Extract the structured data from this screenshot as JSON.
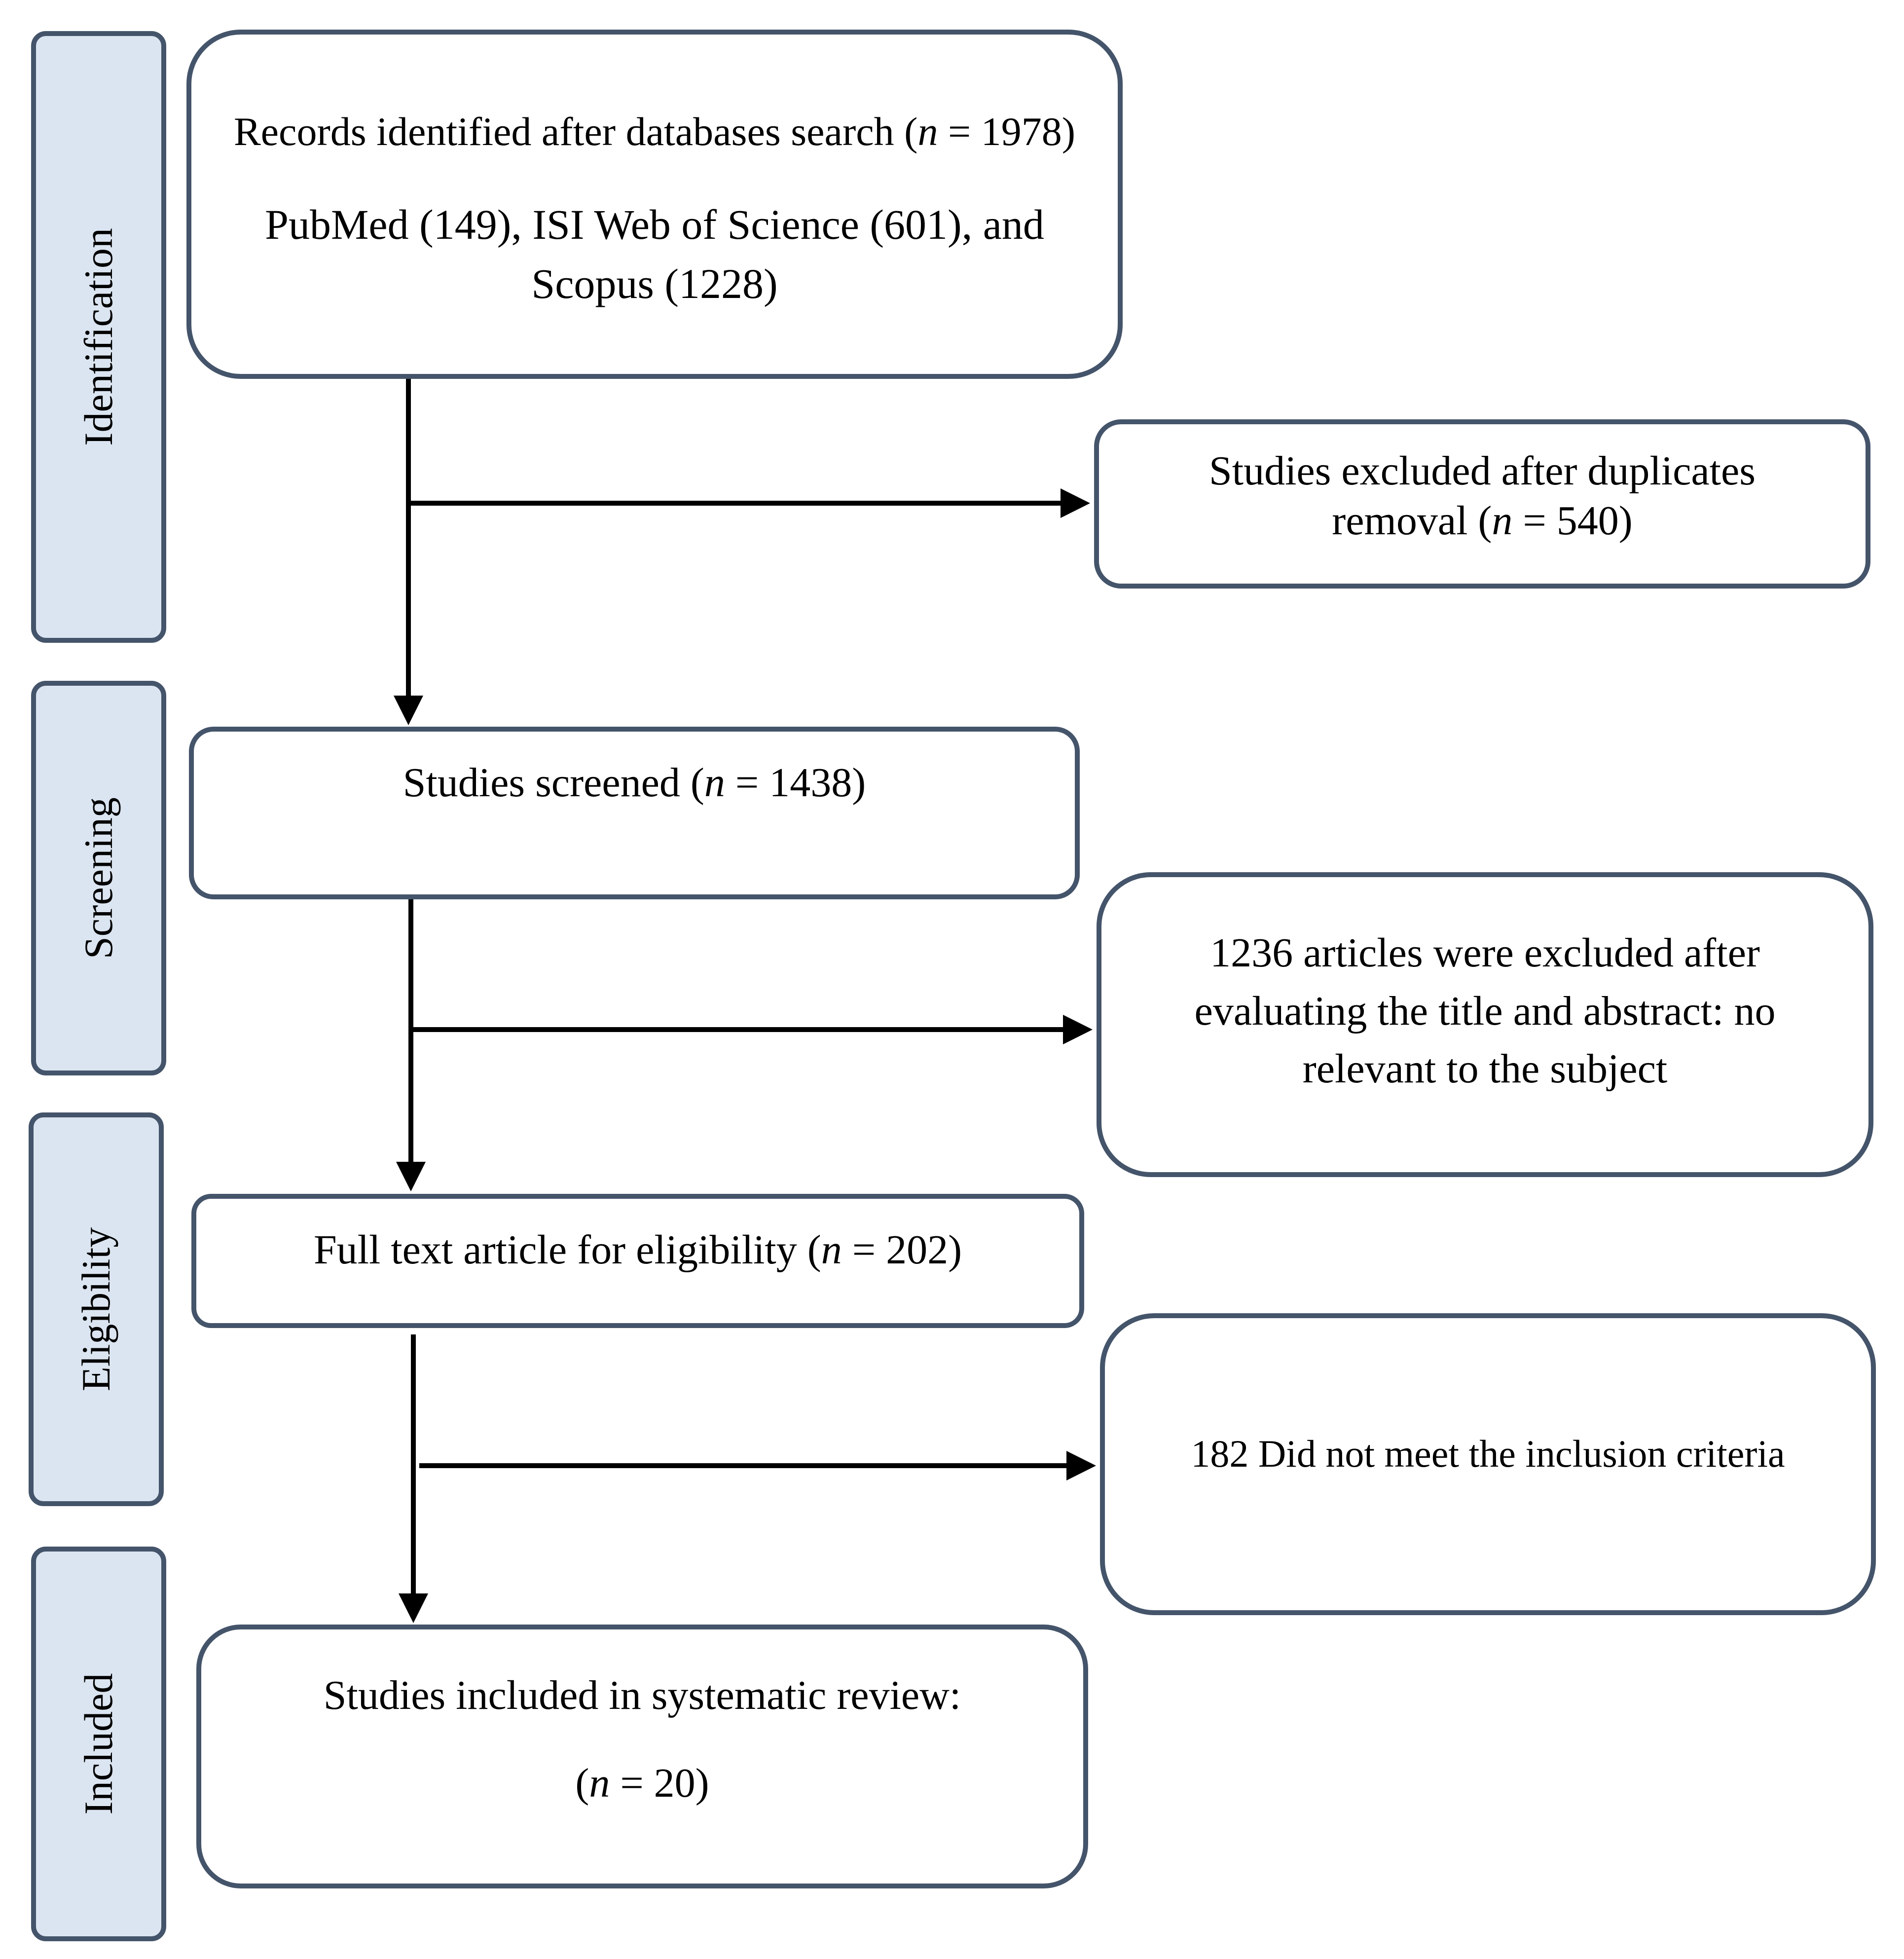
{
  "phases": [
    {
      "label": "Identification"
    },
    {
      "label": "Screening"
    },
    {
      "label": "Eligibility"
    },
    {
      "label": "Included"
    }
  ],
  "records_box": {
    "line1_prefix": "Records identified after databases search (",
    "n_symbol": "n",
    "line1_suffix": " = 1978)",
    "line2": "PubMed (149), ISI Web of Science (601), and",
    "line3": "Scopus (1228)"
  },
  "duplicates_box": {
    "line1": "Studies excluded after duplicates",
    "line2_prefix": "removal (",
    "n_symbol": "n",
    "line2_suffix": " = 540)"
  },
  "screened_box": {
    "prefix": "Studies screened (",
    "n_symbol": "n",
    "suffix": " = 1438)"
  },
  "title_abstract_box": {
    "line1": "1236 articles were excluded after",
    "line2": "evaluating the title and abstract: no",
    "line3": "relevant to the subject"
  },
  "fulltext_box": {
    "prefix": "Full text article for eligibility (",
    "n_symbol": "n",
    "suffix": " = 202)"
  },
  "criteria_box": {
    "text": "182 Did not meet the inclusion criteria"
  },
  "included_box": {
    "line1": "Studies included in systematic review:",
    "line2_prefix": "(",
    "n_symbol": "n",
    "line2_suffix": " = 20)"
  },
  "colors": {
    "phase_fill": "#dbe5f1",
    "border": "#44546a",
    "arrow": "#000000"
  }
}
